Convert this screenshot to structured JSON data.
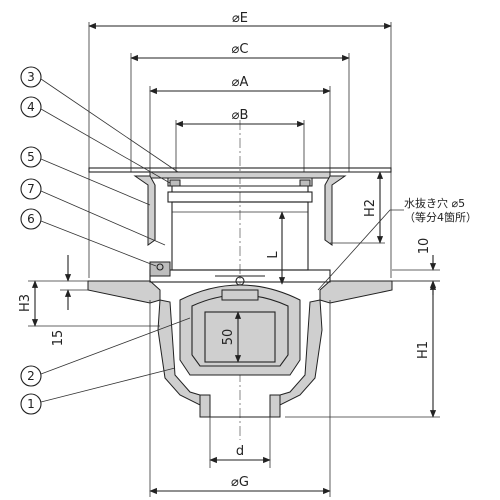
{
  "diagram": {
    "dimensions": {
      "E": "⌀E",
      "C": "⌀C",
      "A": "⌀A",
      "B": "⌀B",
      "G": "⌀G",
      "d": "d",
      "H1": "H1",
      "H2": "H2",
      "H3": "H3",
      "L": "L",
      "v10": "10",
      "v15": "15",
      "v50": "50"
    },
    "note": {
      "line1": "水抜き穴 ⌀5",
      "line2": "（等分4箇所）"
    },
    "callouts": [
      "3",
      "4",
      "5",
      "7",
      "6",
      "2",
      "1"
    ]
  }
}
